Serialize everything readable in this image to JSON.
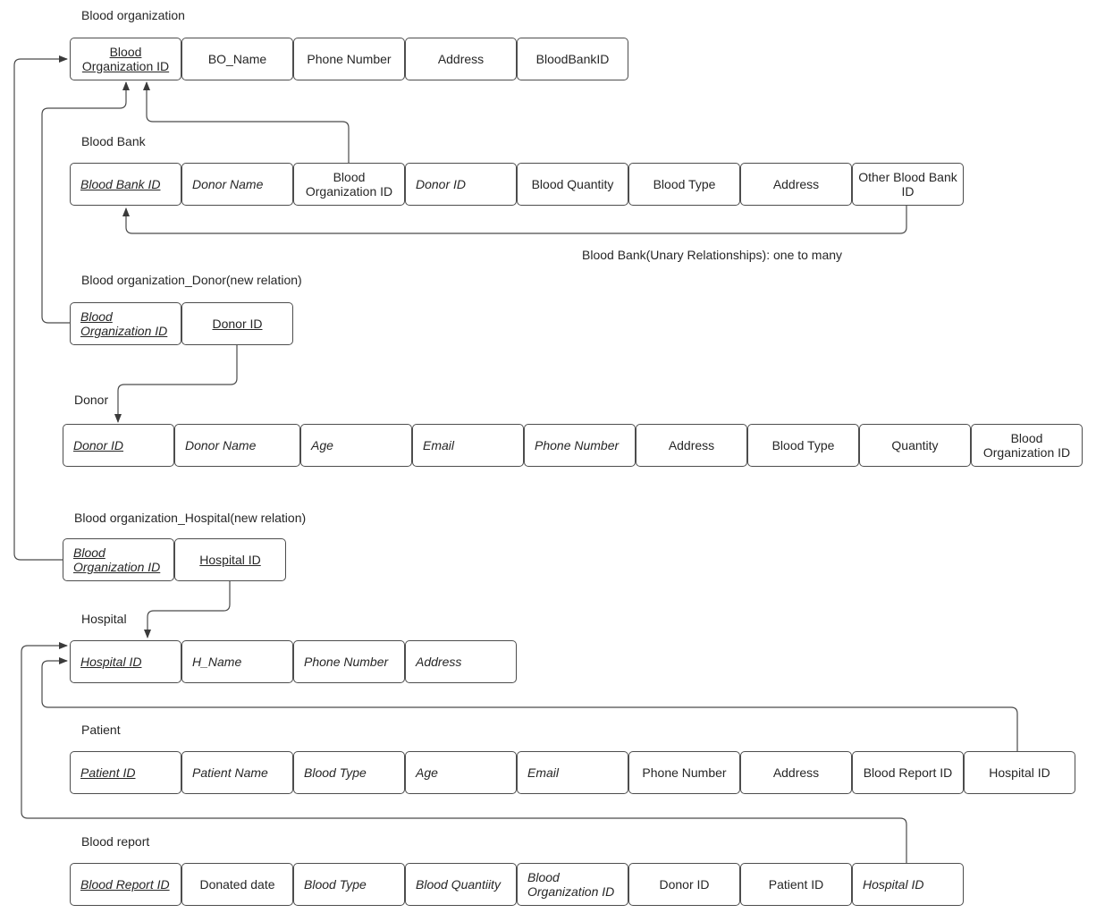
{
  "relationship_note": "Blood Bank(Unary Relationships): one to many",
  "tables": [
    {
      "name": "Blood organization",
      "fields": [
        {
          "label": "Blood Organization ID",
          "key": true,
          "italic": false
        },
        {
          "label": "BO_Name",
          "key": false,
          "italic": false
        },
        {
          "label": "Phone Number",
          "key": false,
          "italic": false
        },
        {
          "label": "Address",
          "key": false,
          "italic": false
        },
        {
          "label": "BloodBankID",
          "key": false,
          "italic": false
        }
      ]
    },
    {
      "name": "Blood Bank",
      "fields": [
        {
          "label": "Blood Bank ID",
          "key": true,
          "italic": true
        },
        {
          "label": "Donor Name",
          "key": false,
          "italic": true
        },
        {
          "label": "Blood Organization ID",
          "key": false,
          "italic": false
        },
        {
          "label": "Donor  ID",
          "key": false,
          "italic": true
        },
        {
          "label": "Blood Quantity",
          "key": false,
          "italic": false
        },
        {
          "label": "Blood Type",
          "key": false,
          "italic": false
        },
        {
          "label": "Address",
          "key": false,
          "italic": false
        },
        {
          "label": "Other Blood Bank ID",
          "key": false,
          "italic": false
        }
      ]
    },
    {
      "name": "Blood organization_Donor(new relation)",
      "fields": [
        {
          "label": "Blood Organization ID",
          "key": true,
          "italic": true
        },
        {
          "label": "Donor ID",
          "key": true,
          "italic": false
        }
      ]
    },
    {
      "name": "Donor",
      "fields": [
        {
          "label": "Donor ID",
          "key": true,
          "italic": true
        },
        {
          "label": "Donor Name",
          "key": false,
          "italic": true
        },
        {
          "label": "Age",
          "key": false,
          "italic": true
        },
        {
          "label": "Email",
          "key": false,
          "italic": true
        },
        {
          "label": "Phone Number",
          "key": false,
          "italic": true
        },
        {
          "label": "Address",
          "key": false,
          "italic": false
        },
        {
          "label": "Blood Type",
          "key": false,
          "italic": false
        },
        {
          "label": "Quantity",
          "key": false,
          "italic": false
        },
        {
          "label": "Blood Organization ID",
          "key": false,
          "italic": false
        }
      ]
    },
    {
      "name": "Blood organization_Hospital(new relation)",
      "fields": [
        {
          "label": "Blood Organization ID",
          "key": true,
          "italic": true
        },
        {
          "label": "Hospital ID",
          "key": true,
          "italic": false
        }
      ]
    },
    {
      "name": "Hospital",
      "fields": [
        {
          "label": "Hospital ID",
          "key": true,
          "italic": true
        },
        {
          "label": "H_Name",
          "key": false,
          "italic": true
        },
        {
          "label": "Phone Number",
          "key": false,
          "italic": true
        },
        {
          "label": "Address",
          "key": false,
          "italic": true
        }
      ]
    },
    {
      "name": "Patient",
      "fields": [
        {
          "label": "Patient ID",
          "key": true,
          "italic": true
        },
        {
          "label": "Patient Name",
          "key": false,
          "italic": true
        },
        {
          "label": "Blood Type",
          "key": false,
          "italic": true
        },
        {
          "label": "Age",
          "key": false,
          "italic": true
        },
        {
          "label": "Email",
          "key": false,
          "italic": true
        },
        {
          "label": "Phone Number",
          "key": false,
          "italic": false
        },
        {
          "label": "Address",
          "key": false,
          "italic": false
        },
        {
          "label": "Blood Report ID",
          "key": false,
          "italic": false
        },
        {
          "label": "Hospital ID",
          "key": false,
          "italic": false
        }
      ]
    },
    {
      "name": "Blood report",
      "fields": [
        {
          "label": "Blood Report ID",
          "key": true,
          "italic": true
        },
        {
          "label": "Donated date",
          "key": false,
          "italic": false
        },
        {
          "label": "Blood Type",
          "key": false,
          "italic": true
        },
        {
          "label": "Blood Quantiity",
          "key": false,
          "italic": true
        },
        {
          "label": "Blood Organization ID",
          "key": false,
          "italic": true
        },
        {
          "label": "Donor ID",
          "key": false,
          "italic": false
        },
        {
          "label": "Patient ID",
          "key": false,
          "italic": false
        },
        {
          "label": "Hospital ID",
          "key": false,
          "italic": true
        }
      ]
    }
  ]
}
